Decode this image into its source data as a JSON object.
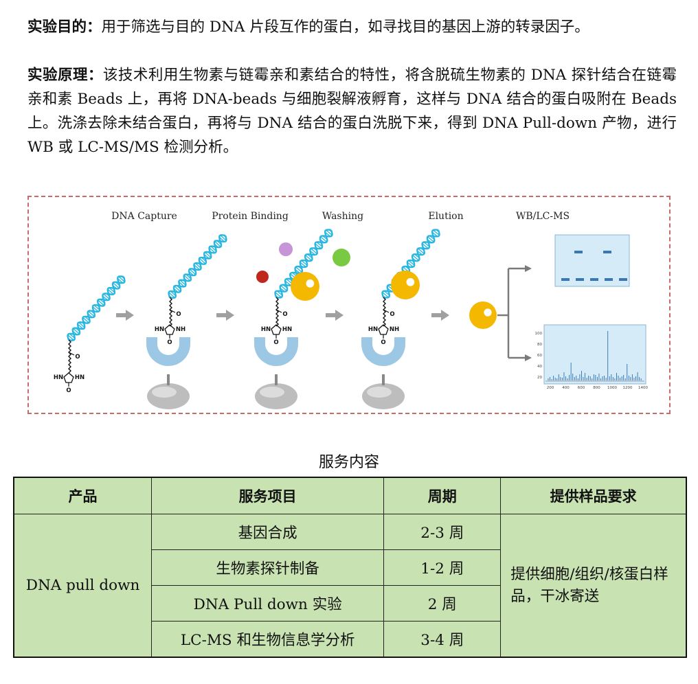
{
  "intro": {
    "purpose_label": "实验目的：",
    "purpose_text": "用于筛选与目的 DNA 片段互作的蛋白，如寻找目的基因上游的转录因子。",
    "principle_label": "实验原理：",
    "principle_text": "该技术利用生物素与链霉亲和素结合的特性，将含脱硫生物素的 DNA 探针结合在链霉亲和素 Beads 上，再将 DNA-beads 与细胞裂解液孵育，这样与 DNA 结合的蛋白吸附在 Beads 上。洗涤去除未结合蛋白，再将与 DNA 结合的蛋白洗脱下来，得到 DNA Pull-down 产物，进行 WB 或 LC-MS/MS 检测分析。"
  },
  "figure": {
    "steps": [
      "DNA Capture",
      "Protein Binding",
      "Washing",
      "Elution",
      "WB/LC-MS"
    ],
    "chem_labels": {
      "hn": "HN",
      "nh": "NH",
      "o": "O"
    },
    "ms_y_ticks": [
      "100",
      "80",
      "60",
      "40",
      "20"
    ],
    "ms_x_ticks": [
      "200",
      "400",
      "600",
      "800",
      "1000",
      "1200",
      "1400"
    ],
    "colors": {
      "dna": "#29b6e0",
      "streptavidin": "#9cc8e6",
      "bead": "#bdbdbd",
      "protein_target": "#f5b800",
      "protein_purple": "#c794d8",
      "protein_red": "#c0281e",
      "protein_green": "#7ac943",
      "panel": "#d6ebf8",
      "arrow": "#a0a0a0",
      "border": "#c86b6b"
    }
  },
  "table": {
    "title": "服务内容",
    "headers": [
      "产品",
      "服务项目",
      "周期",
      "提供样品要求"
    ],
    "product": "DNA pull down",
    "rows": [
      {
        "item": "基因合成",
        "period": "2-3 周"
      },
      {
        "item": "生物素探针制备",
        "period": "1-2 周"
      },
      {
        "item": "DNA Pull down 实验",
        "period": "2 周"
      },
      {
        "item": "LC-MS 和生物信息学分析",
        "period": "3-4 周"
      }
    ],
    "requirement": "提供细胞/组织/核蛋白样品，干冰寄送"
  }
}
